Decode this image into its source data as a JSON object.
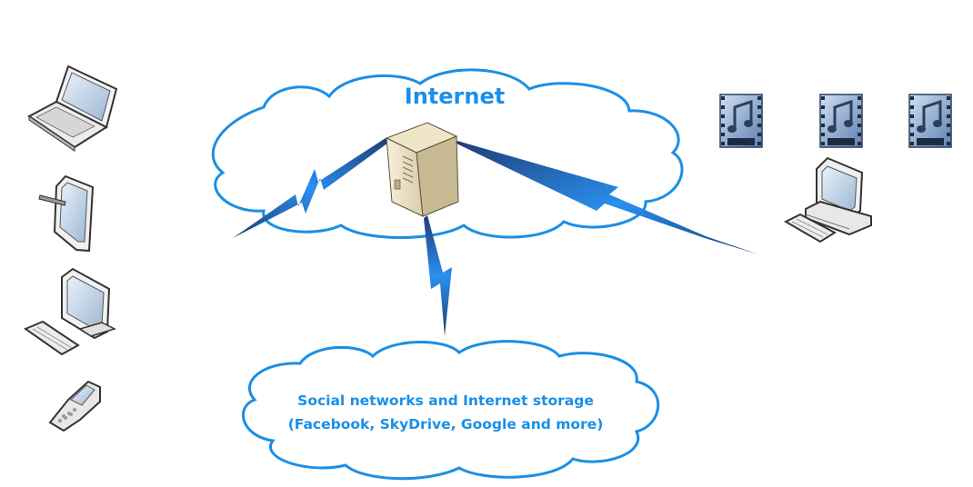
{
  "clouds": {
    "internet_label": "Internet",
    "social_line1": "Social networks and Internet storage",
    "social_line2": "(Facebook, SkyDrive, Google and more)"
  },
  "devices_left": [
    {
      "icon": "laptop-icon"
    },
    {
      "icon": "tablet-icon"
    },
    {
      "icon": "desktop-monitor-icon"
    },
    {
      "icon": "mobile-phone-icon"
    }
  ],
  "devices_right": [
    {
      "icon": "media-file-icon"
    },
    {
      "icon": "media-file-icon"
    },
    {
      "icon": "media-file-icon"
    },
    {
      "icon": "desktop-computer-icon"
    }
  ],
  "colors": {
    "cloud_stroke": "#1a8fe6",
    "label_text": "#1a8fe6",
    "bolt_dark": "#1f3d73",
    "bolt_light": "#2a8ff0"
  }
}
